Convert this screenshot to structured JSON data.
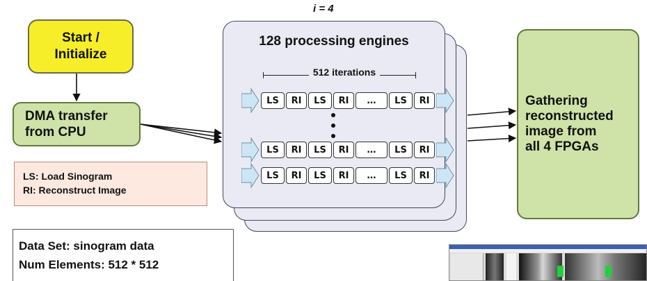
{
  "colors": {
    "start_fill": "#f7ee2a",
    "step_fill": "#cfe2a8",
    "legend_fill": "#fde9df",
    "panel_fill": "#e9eaf3",
    "chevron_fill": "#cde6f5"
  },
  "start": {
    "line1": "Start /",
    "line2": "Initialize"
  },
  "dma": {
    "line1": "DMA transfer",
    "line2": "from CPU"
  },
  "iteration_label": "i = 4",
  "engines": {
    "title": "128 processing engines",
    "span_label": "512 iterations",
    "rows": [
      [
        "",
        "LS",
        "RI",
        "LS",
        "RI",
        "…",
        "LS",
        "RI",
        ""
      ],
      [
        "",
        "LS",
        "RI",
        "LS",
        "RI",
        "…",
        "LS",
        "RI",
        ""
      ],
      [
        "",
        "LS",
        "RI",
        "LS",
        "RI",
        "…",
        "LS",
        "RI",
        ""
      ]
    ]
  },
  "gather": {
    "line1": "Gathering",
    "line2": "reconstructed",
    "line3": "image from",
    "line4": "all 4 FPGAs"
  },
  "legend": {
    "line1": "LS: Load Sinogram",
    "line2": "RI: Reconstruct Image"
  },
  "dataset": {
    "line1": "Data Set: sinogram data",
    "line2": "Num Elements: 512 * 512"
  },
  "thumbnail": {
    "icon": "application-screenshot"
  }
}
